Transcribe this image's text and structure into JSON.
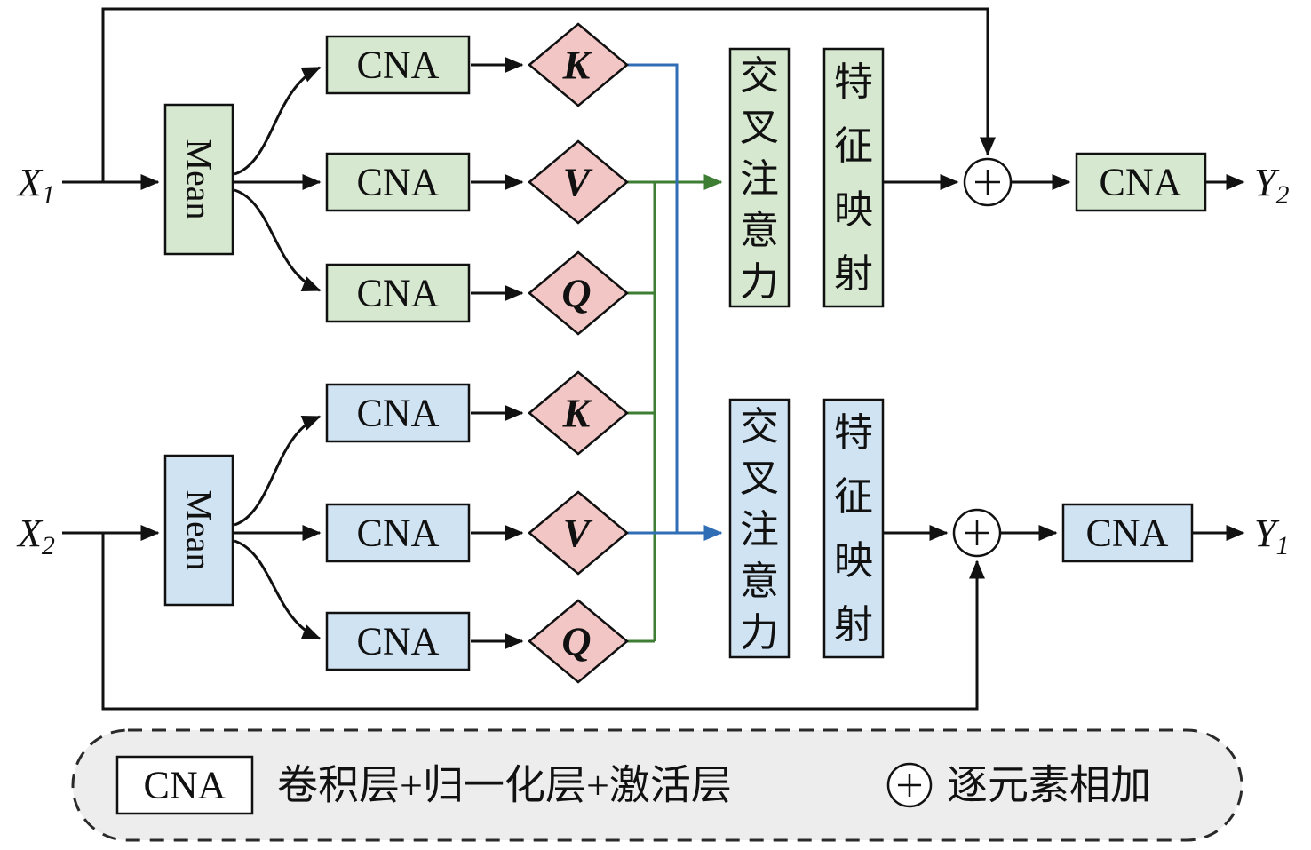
{
  "diagram": {
    "inputs": {
      "x1": {
        "base": "X",
        "sub": "1"
      },
      "x2": {
        "base": "X",
        "sub": "2"
      }
    },
    "outputs": {
      "y2": {
        "base": "Y",
        "sub": "2"
      },
      "y1": {
        "base": "Y",
        "sub": "1"
      }
    },
    "top_branch": {
      "mean": "Mean",
      "cna": [
        "CNA",
        "CNA",
        "CNA"
      ],
      "kvq": {
        "k": "K",
        "v": "V",
        "q": "Q"
      },
      "cross_attention": "交叉注意力",
      "feature_mapping": "特征映射",
      "output_cna": "CNA"
    },
    "bottom_branch": {
      "mean": "Mean",
      "cna": [
        "CNA",
        "CNA",
        "CNA"
      ],
      "kvq": {
        "k": "K",
        "v": "V",
        "q": "Q"
      },
      "cross_attention": "交叉注意力",
      "feature_mapping": "特征映射",
      "output_cna": "CNA"
    },
    "legend": {
      "cna_label": "CNA",
      "cna_description": "卷积层+归一化层+激活层",
      "add_description": "逐元素相加"
    },
    "colors": {
      "green_fill": "#d6e8cf",
      "blue_fill": "#cfe3f3",
      "pink_fill": "#f3c6c6",
      "green_line": "#3e7d34",
      "blue_line": "#2f6eb5",
      "stroke": "#111111",
      "legend_bg": "#ededed"
    }
  }
}
